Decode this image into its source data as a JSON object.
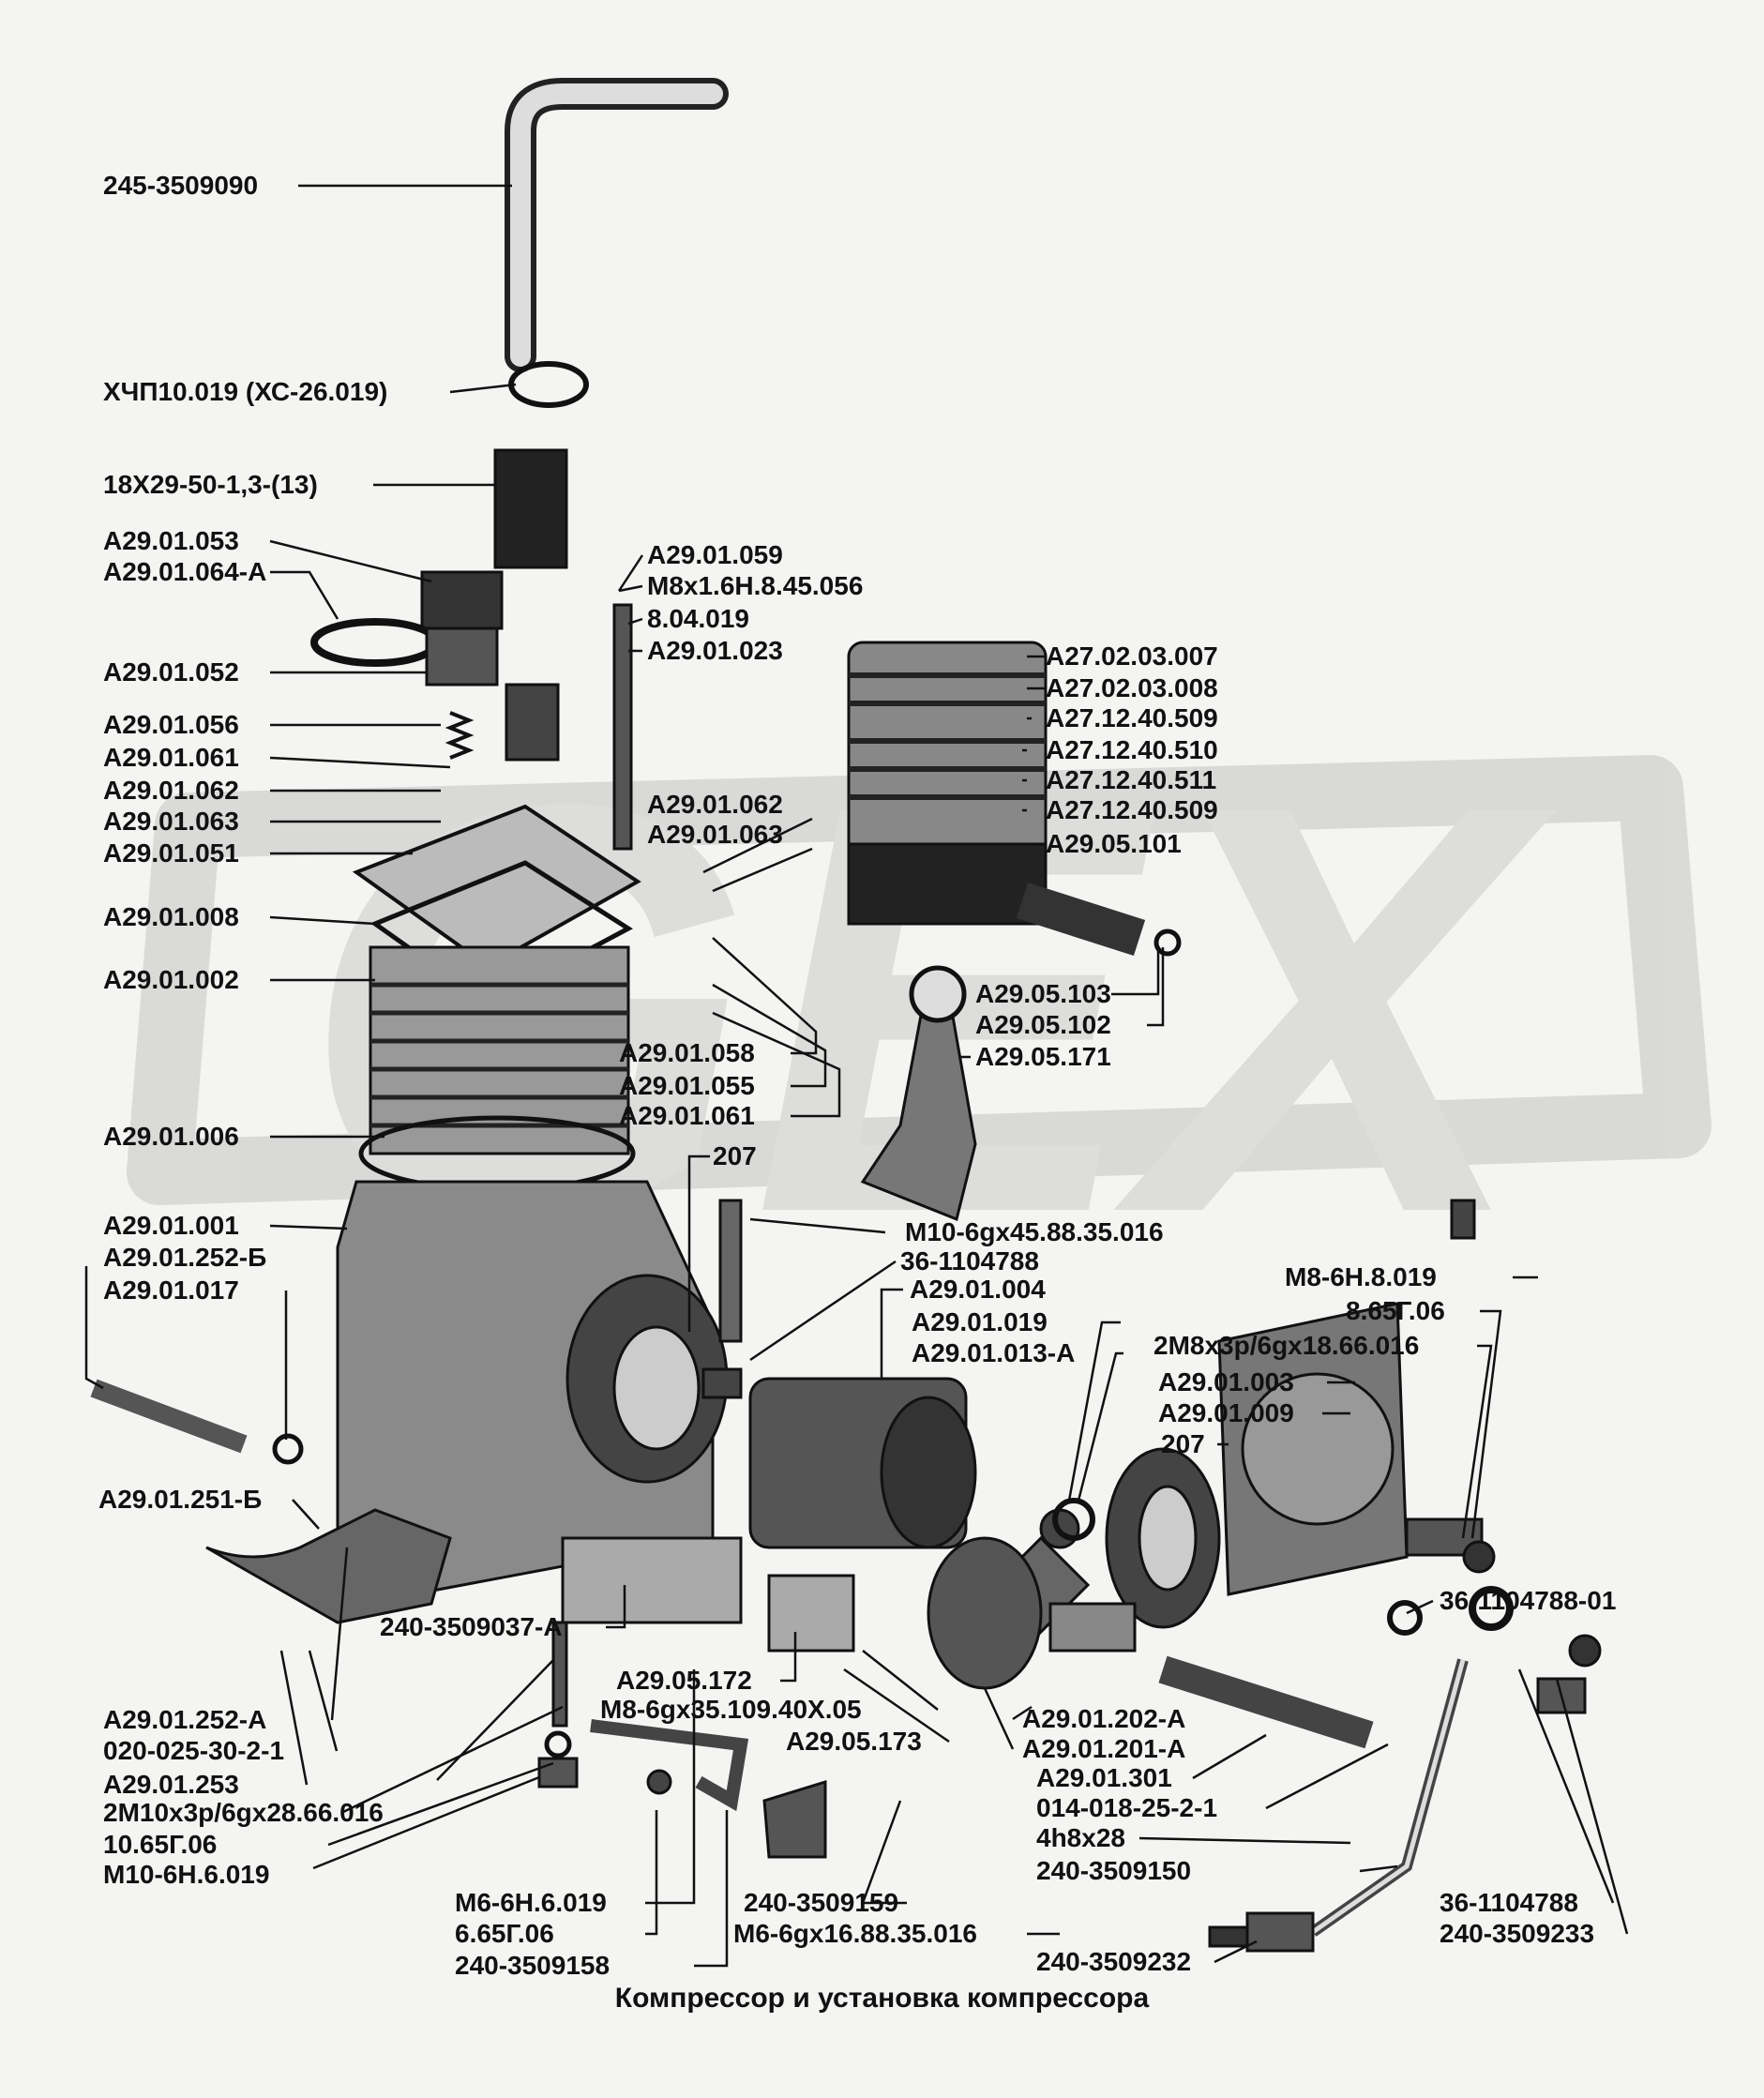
{
  "watermark": "GEX",
  "caption": "Компрессор и установка компрессора",
  "labels": {
    "l01": "245-3509090",
    "l02": "ХЧП10.019 (ХС-26.019)",
    "l03": "18Х29-50-1,3-(13)",
    "l04": "А29.01.053",
    "l05": "А29.01.064-А",
    "l06": "А29.01.052",
    "l07": "А29.01.056",
    "l08": "А29.01.061",
    "l09": "А29.01.062",
    "l10": "А29.01.063",
    "l11": "А29.01.051",
    "l12": "А29.01.008",
    "l13": "А29.01.002",
    "l14": "А29.01.006",
    "l15": "А29.01.001",
    "l16": "А29.01.252-Б",
    "l17": "А29.01.017",
    "l18": "А29.01.251-Б",
    "l19": "А29.01.252-А",
    "l20": "020-025-30-2-1",
    "l21": "А29.01.253",
    "l22": "2М10х3р/6gх28.66.016",
    "l23": "10.65Г.06",
    "l24": "М10-6Н.6.019",
    "l25": "240-3509037-А",
    "l26": "А29.01.059",
    "l27": "М8х1.6Н.8.45.056",
    "l28": "8.04.019",
    "l29": "А29.01.023",
    "l30": "А29.01.062",
    "l31": "А29.01.063",
    "l32": "А29.01.058",
    "l33": "А29.01.055",
    "l34": "А29.01.061",
    "l35": "207",
    "l36": "А27.02.03.007",
    "l37": "А27.02.03.008",
    "l38": "А27.12.40.509",
    "l39": "А27.12.40.510",
    "l40": "А27.12.40.511",
    "l41": "А27.12.40.509",
    "l42": "А29.05.101",
    "l43": "А29.05.103",
    "l44": "А29.05.102",
    "l45": "А29.05.171",
    "l46": "М10-6gх45.88.35.016",
    "l47": "36-1104788",
    "l48": "А29.01.004",
    "l49": "А29.01.019",
    "l50": "А29.01.013-А",
    "l51": "М8-6Н.8.019",
    "l52": "8.65Г.06",
    "l53": "2М8х3р/6gх18.66.016",
    "l54": "А29.01.003",
    "l55": "А29.01.009",
    "l56": "207",
    "l57": "36-1104788-01",
    "l58": "А29.05.172",
    "l59": "М8-6gх35.109.40Х.05",
    "l60": "А29.05.173",
    "l61": "А29.01.202-А",
    "l62": "А29.01.201-А",
    "l63": "А29.01.301",
    "l64": "014-018-25-2-1",
    "l65": "4h8х28",
    "l66": "240-3509150",
    "l67": "М6-6Н.6.019",
    "l68": "6.65Г.06",
    "l69": "240-3509158",
    "l70": "240-3509159",
    "l71": "М6-6gх16.88.35.016",
    "l72": "240-3509232",
    "l73": "36-1104788",
    "l74": "240-3509233"
  }
}
